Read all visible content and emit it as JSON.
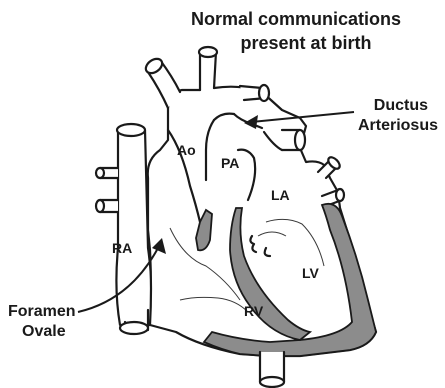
{
  "title": {
    "line1": "Normal communications",
    "line2": "present at birth"
  },
  "labels": {
    "ao": "Ao",
    "pa": "PA",
    "ra": "RA",
    "la": "LA",
    "lv": "LV",
    "rv": "RV"
  },
  "callouts": {
    "ductus_line1": "Ductus",
    "ductus_line2": "Arteriosus",
    "foramen_line1": "Foramen",
    "foramen_line2": "Ovale"
  },
  "colors": {
    "ink": "#1a1a1a",
    "myocardium": "#8c8c8c",
    "background": "#ffffff"
  }
}
